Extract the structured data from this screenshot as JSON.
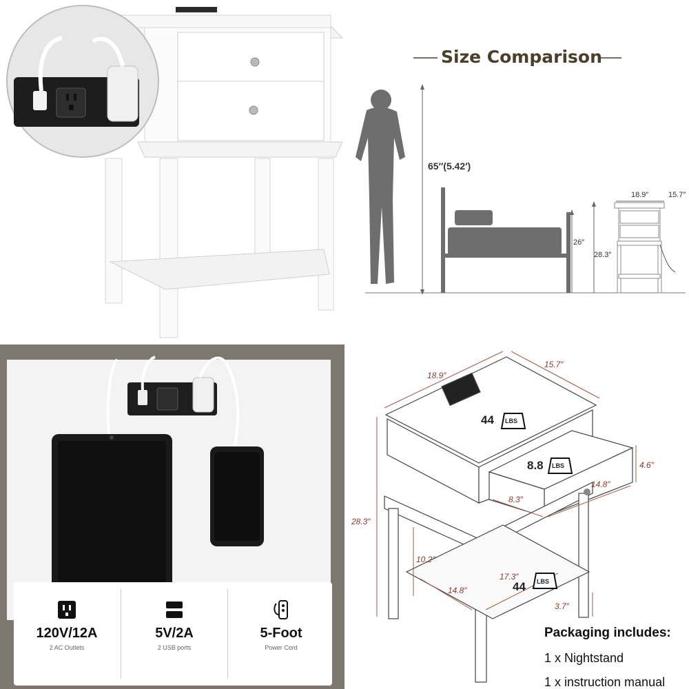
{
  "size_comparison": {
    "title": "Size Comparison",
    "person_height": "65″(5.42′)",
    "bed_height": "26″",
    "nightstand_height": "28.3″",
    "nightstand_width": "18.9″",
    "nightstand_depth": "15.7″"
  },
  "dimensions": {
    "width": "18.9″",
    "depth": "15.7″",
    "height": "28.3″",
    "drawer_height": "4.6″",
    "drawer_inner_depth": "8.3″",
    "drawer_inner_width": "14.8″",
    "shelf_clearance": "10.2″",
    "shelf_depth": "17.3″",
    "shelf_width": "14.8″",
    "shelf_height": "3.7″"
  },
  "weights": {
    "top": "44",
    "drawer": "8.8",
    "shelf": "44",
    "unit": "LBS"
  },
  "features": [
    {
      "icon": "outlet-icon",
      "value": "120V/12A",
      "label": "2 AC Outlets"
    },
    {
      "icon": "usb-icon",
      "value": "5V/2A",
      "label": "2 USB ports"
    },
    {
      "icon": "power-cord-icon",
      "value": "5-Foot",
      "label": "Power Cord"
    }
  ],
  "packaging": {
    "heading": "Packaging includes:",
    "items": [
      "1 x Nightstand",
      "1 x instruction manual"
    ]
  },
  "colors": {
    "title_brown": "#4a3f2a",
    "dimension_red": "#8a3a2e",
    "silhouette_gray": "#6e6e6e",
    "furniture_white": "#ffffff"
  }
}
